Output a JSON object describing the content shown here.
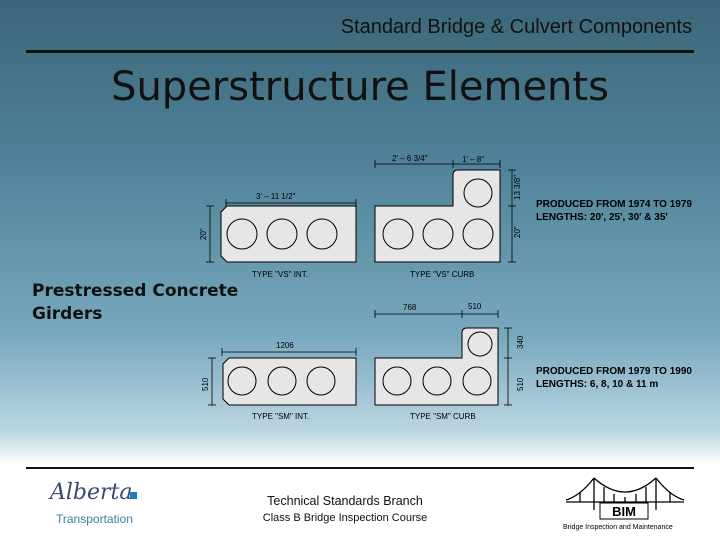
{
  "header": {
    "title": "Standard Bridge & Culvert Components"
  },
  "main_title": "Superstructure Elements",
  "side_label": {
    "line1": "Prestressed Concrete",
    "line2": "Girders"
  },
  "diagram_imperial": {
    "dims": {
      "cap_width": "2' – 6 3/4\"",
      "curb_width": "1' – 8\"",
      "curb_height": "13 3/8\"",
      "girder_width": "3' – 11 1/2\"",
      "height_left": "20\"",
      "height_right": "20\""
    },
    "label_int": "TYPE \"VS\" INT.",
    "label_curb": "TYPE \"VS\" CURB"
  },
  "note_imperial": {
    "line1": "PRODUCED FROM 1974 TO 1979",
    "line2": "LENGTHS: 20', 25', 30' & 35'"
  },
  "diagram_metric": {
    "dims": {
      "cap_width": "768",
      "curb_width": "510",
      "curb_height": "340",
      "girder_width": "1206",
      "height_left": "510",
      "height_right": "510"
    },
    "label_int": "TYPE \"SM\" INT.",
    "label_curb": "TYPE \"SM\" CURB"
  },
  "note_metric": {
    "line1": "PRODUCED FROM 1979 TO 1990",
    "line2": "LENGTHS: 6, 8, 10 & 11 m"
  },
  "footer": {
    "department": "Technical Standards Branch",
    "course": "Class B Bridge Inspection Course"
  },
  "logo": {
    "name": "Alberta",
    "sub": "Transportation"
  },
  "bim": {
    "label": "BIM",
    "sub": "Bridge Inspection and Maintenance"
  },
  "colors": {
    "girder_fill": "#e6e6e6",
    "outline": "#000000",
    "logo_blue": "#1d7fc4",
    "logo_text": "#3a4a72"
  }
}
